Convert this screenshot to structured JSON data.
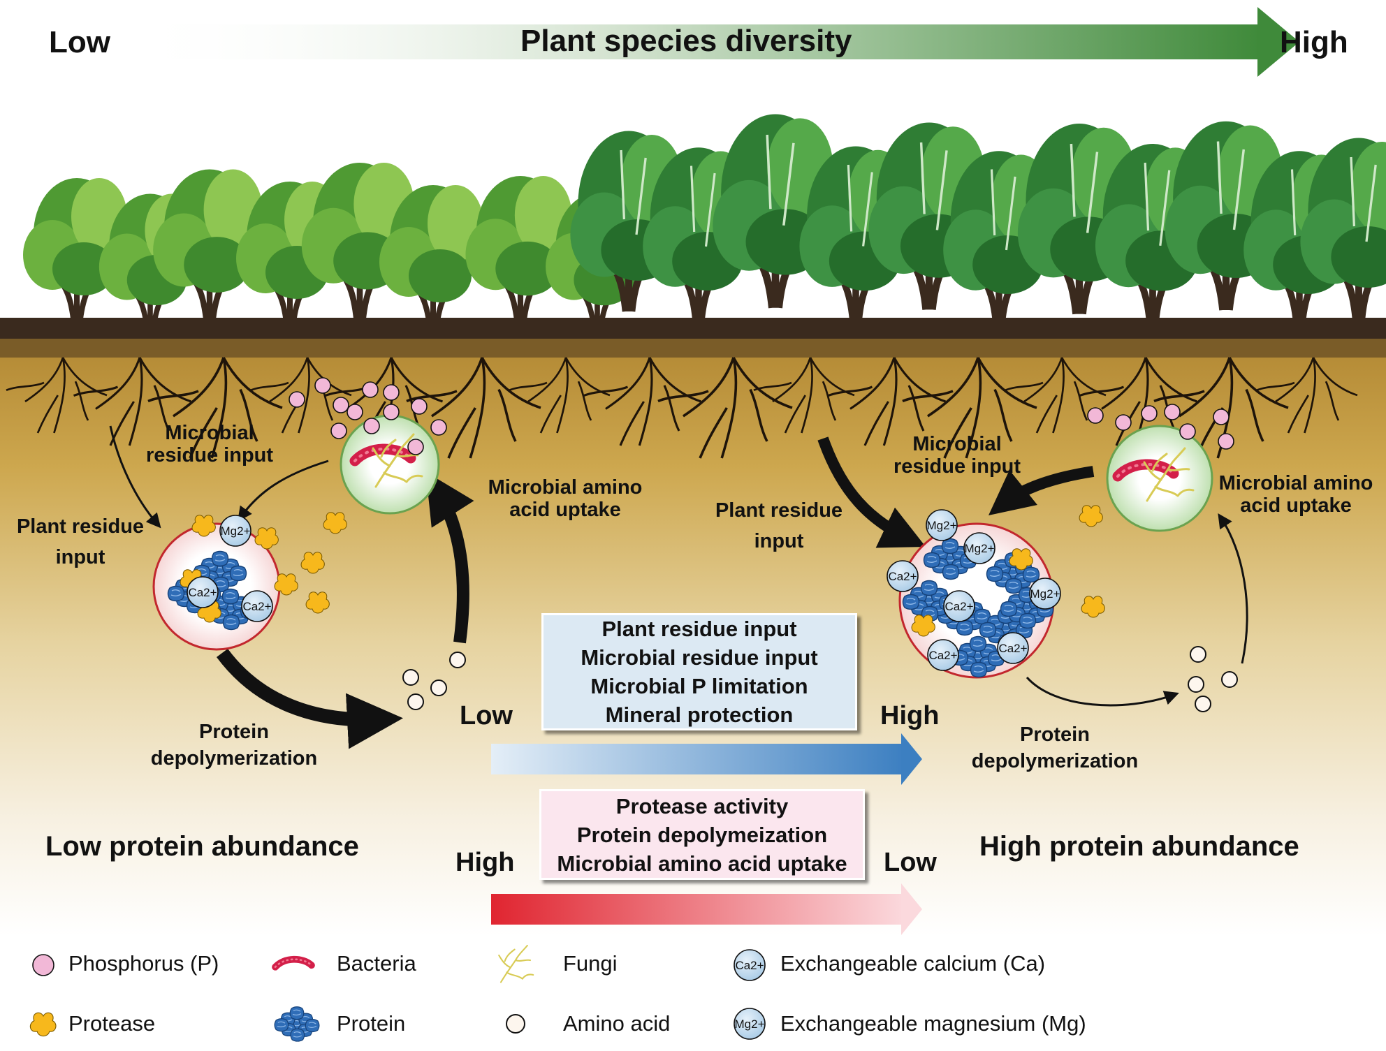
{
  "header": {
    "low": "Low",
    "title": "Plant species diversity",
    "high": "High"
  },
  "left_panel": {
    "microbial_residue_input": [
      "Microbial",
      "residue input"
    ],
    "plant_residue_input": [
      "Plant residue",
      "input"
    ],
    "microbial_amino_acid_uptake": [
      "Microbial amino",
      "acid uptake"
    ],
    "protein_depolymerization": [
      "Protein",
      "depolymerization"
    ],
    "abundance": "Low protein abundance"
  },
  "right_panel": {
    "microbial_residue_input": [
      "Microbial",
      "residue input"
    ],
    "plant_residue_input": [
      "Plant residue",
      "input"
    ],
    "microbial_amino_acid_uptake": [
      "Microbial amino",
      "acid uptake"
    ],
    "protein_depolymerization": [
      "Protein",
      "depolymerization"
    ],
    "abundance": "High protein abundance"
  },
  "middle": {
    "blue_box": {
      "lines": [
        "Plant residue input",
        "Microbial residue input",
        "Microbial P limitation",
        "Mineral protection"
      ],
      "from": "Low",
      "to": "High"
    },
    "pink_box": {
      "lines": [
        "Protease activity",
        "Protein depolymeization",
        "Microbial amino acid uptake"
      ],
      "from": "High",
      "to": "Low"
    }
  },
  "ions": {
    "mg": "Mg2+",
    "ca": "Ca2+"
  },
  "legend": {
    "phosphorus": "Phosphorus (P)",
    "bacteria": "Bacteria",
    "fungi": "Fungi",
    "calcium": "Exchangeable calcium (Ca)",
    "protease": "Protease",
    "protein": "Protein",
    "amino_acid": "Amino acid",
    "magnesium": "Exchangeable magnesium (Mg)"
  },
  "colors": {
    "soil_top": "#7a5c28",
    "soil_gold": "#c9a448",
    "phosphorus": "#f2b8d7",
    "protease": "#f7b81c",
    "protein": "#2f6db7",
    "bacteria": "#d31f49",
    "fungi": "#e6dc7a",
    "ion": "#bfd9ee",
    "tree_green": "#3f8a2e",
    "arrow_green": "#3f8a3a",
    "arrow_blue": "#3c7fc1",
    "arrow_red": "#e02530"
  }
}
